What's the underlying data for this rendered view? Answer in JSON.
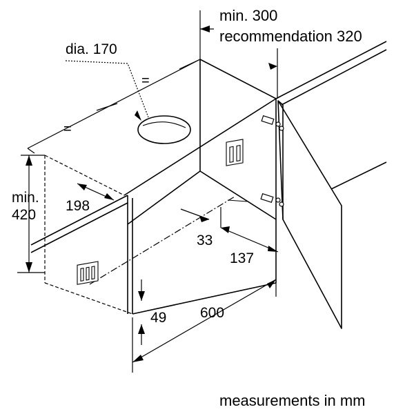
{
  "labels": {
    "min_300": "min. 300",
    "recommendation_320": "recommendation 320",
    "dia_170": "dia. 170",
    "equal_1": "=",
    "equal_2": "=",
    "min": "min.",
    "h420": "420",
    "d198": "198",
    "d33": "33",
    "d137": "137",
    "d49": "49",
    "d600": "600",
    "units_note": "measurements in mm"
  }
}
